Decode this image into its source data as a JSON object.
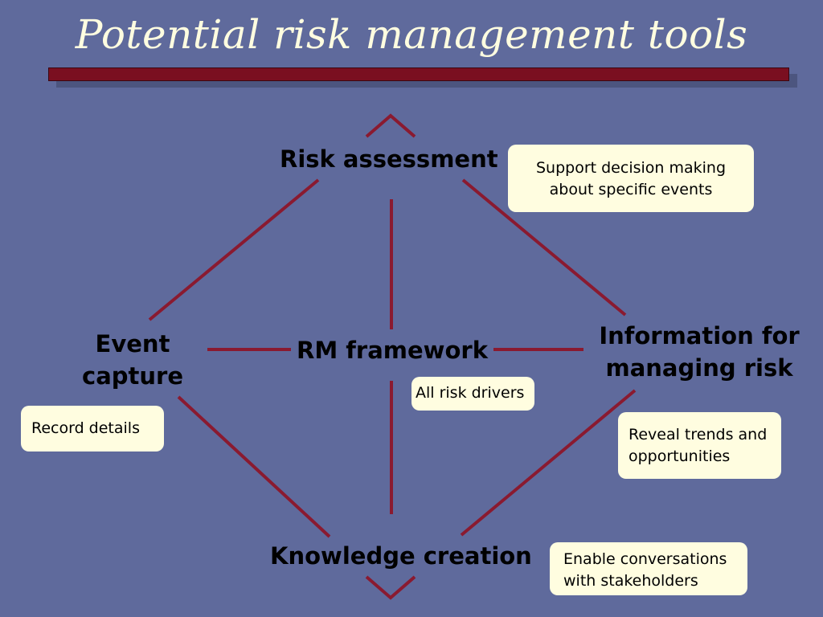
{
  "title": "Potential risk management tools",
  "colors": {
    "background": "#5f6a9c",
    "title_bar": "#7a0f20",
    "connector": "#8a1a30",
    "note_fill": "#fffde0",
    "title_text": "#fffde0"
  },
  "nodes": {
    "risk_assessment": "Risk assessment",
    "event_capture_line1": "Event",
    "event_capture_line2": "capture",
    "rm_framework": "RM framework",
    "info_line1": "Information for",
    "info_line2": "managing risk",
    "knowledge_creation": "Knowledge creation"
  },
  "notes": {
    "support_line1": "Support decision making",
    "support_line2": "about specific events",
    "record": "Record details",
    "drivers": "All risk drivers",
    "reveal_line1": "Reveal trends and",
    "reveal_line2": "opportunities",
    "enable_line1": "Enable conversations",
    "enable_line2": "with stakeholders"
  }
}
